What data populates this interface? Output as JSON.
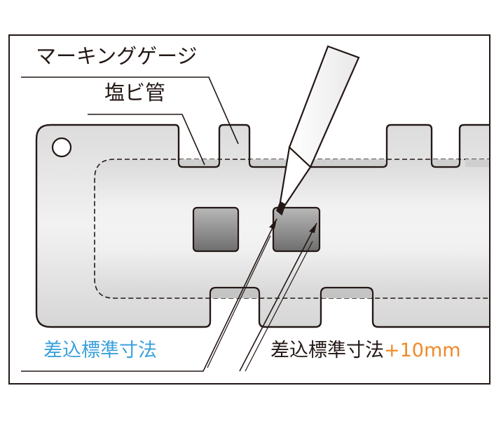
{
  "labels": {
    "marking_gauge": "マーキングゲージ",
    "pvc_pipe": "塩ビ管",
    "standard_depth": "差込標準寸法",
    "standard_depth_plus": "差込標準寸法",
    "plus_suffix": "+10mm"
  },
  "colors": {
    "outline": "#231815",
    "standard_label": "#3aa0dc",
    "plus_suffix": "#ef8a2a",
    "window_fill": "#8c8c8c",
    "body_fill": "#e6e6e6"
  }
}
